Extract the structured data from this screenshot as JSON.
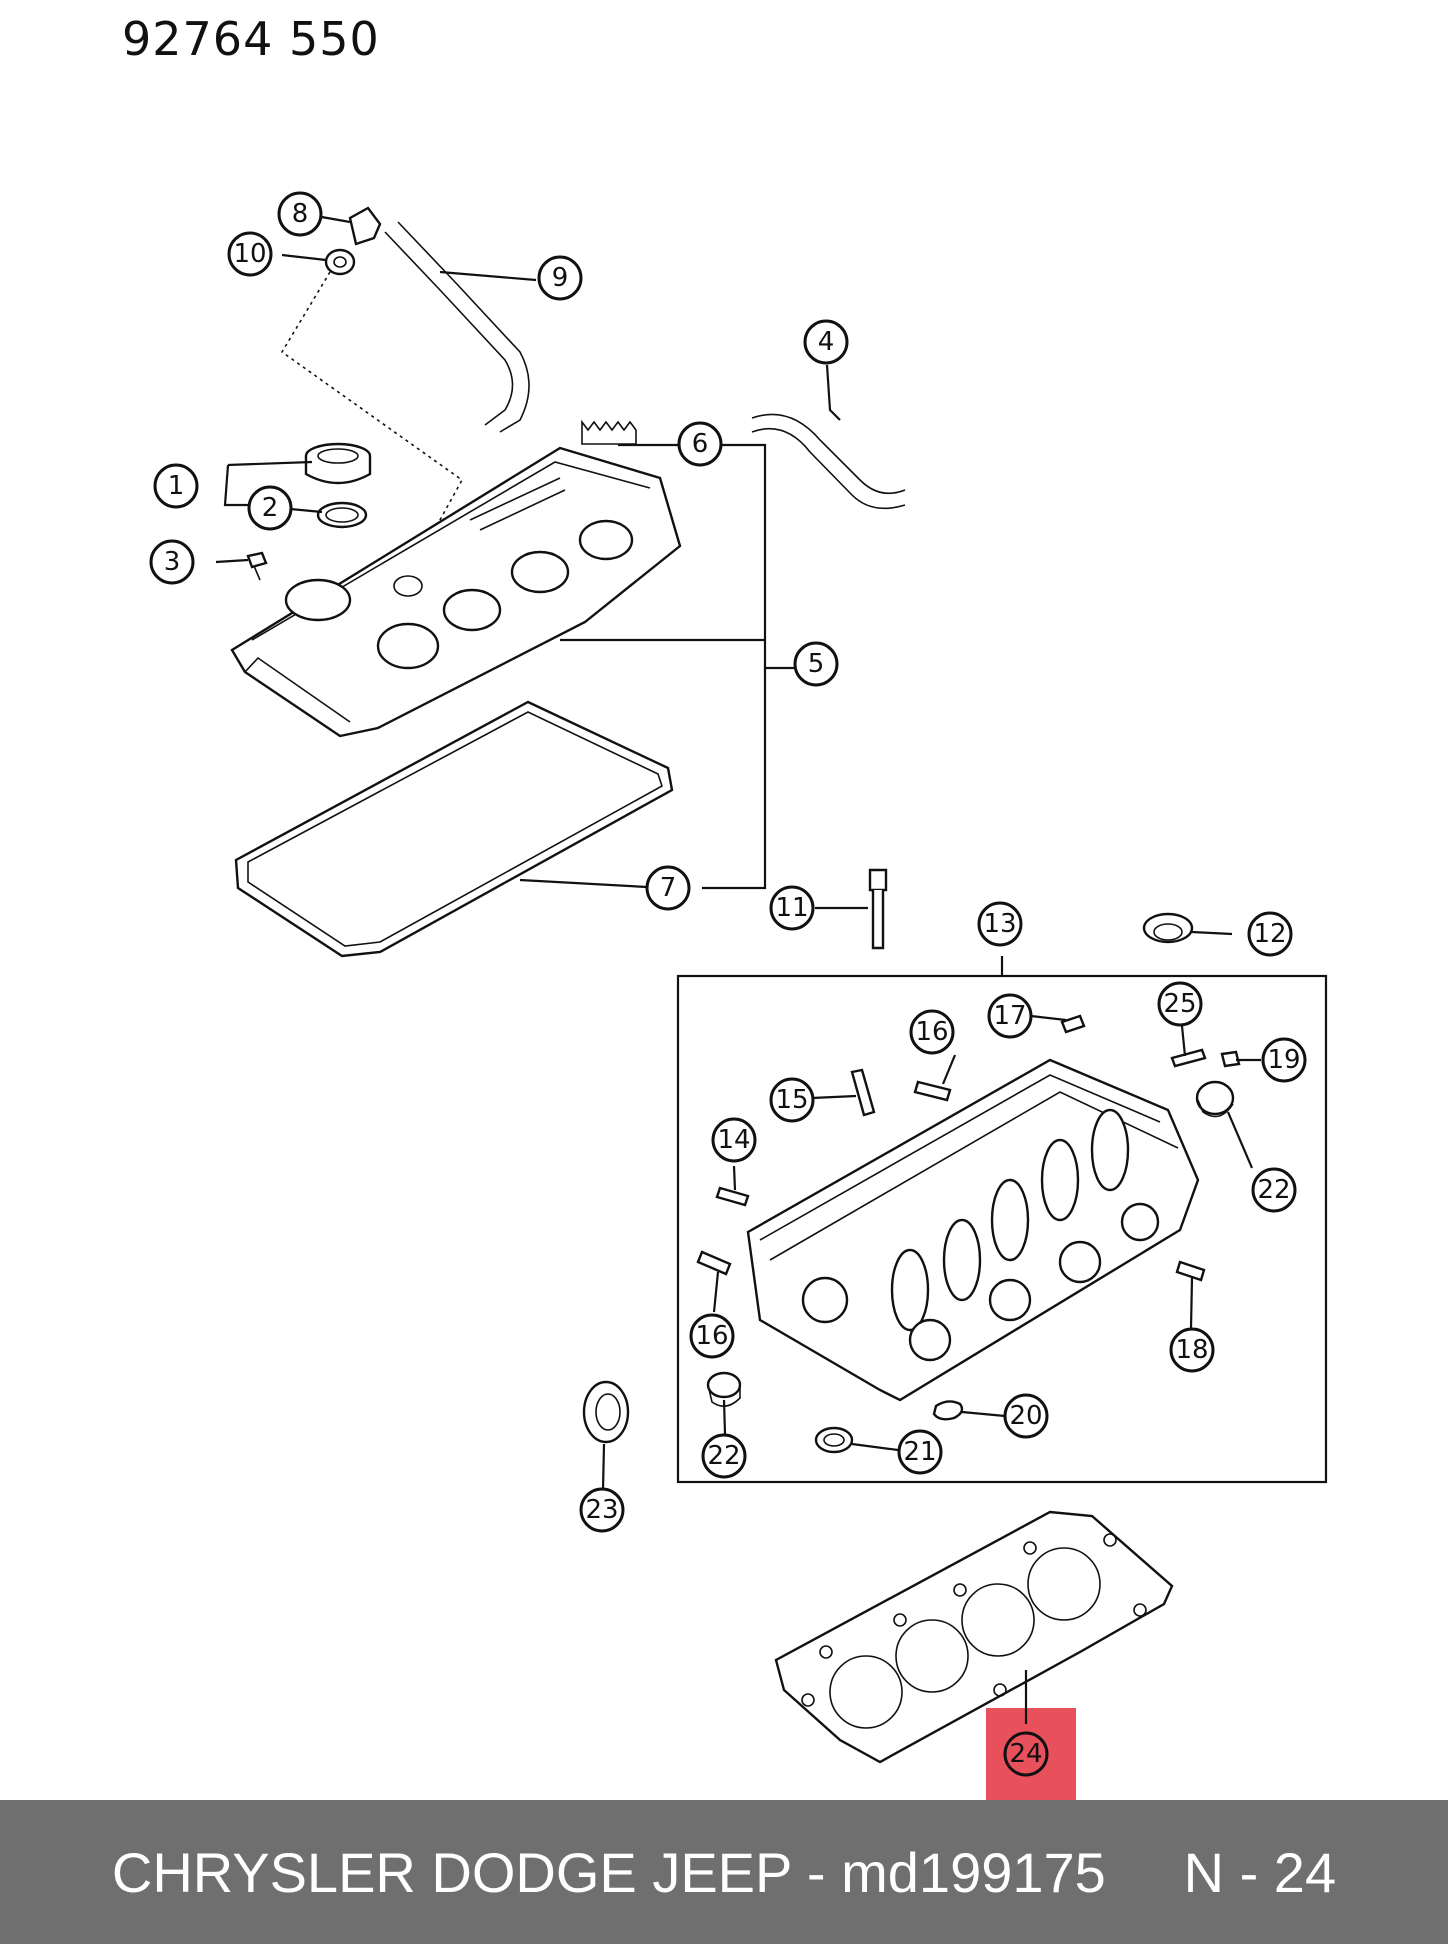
{
  "header": {
    "ref_code": "92764  550"
  },
  "callouts": [
    "1",
    "2",
    "3",
    "4",
    "5",
    "6",
    "7",
    "8",
    "9",
    "10",
    "11",
    "12",
    "13",
    "14",
    "15",
    "16",
    "16",
    "17",
    "18",
    "19",
    "20",
    "21",
    "22",
    "22",
    "23",
    "24",
    "25"
  ],
  "highlight": {
    "part_number": "24",
    "color": "#e8505b"
  },
  "footer": {
    "text": "CHRYSLER DODGE JEEP - md199175     N - 24",
    "background": "#6f6f6f"
  }
}
